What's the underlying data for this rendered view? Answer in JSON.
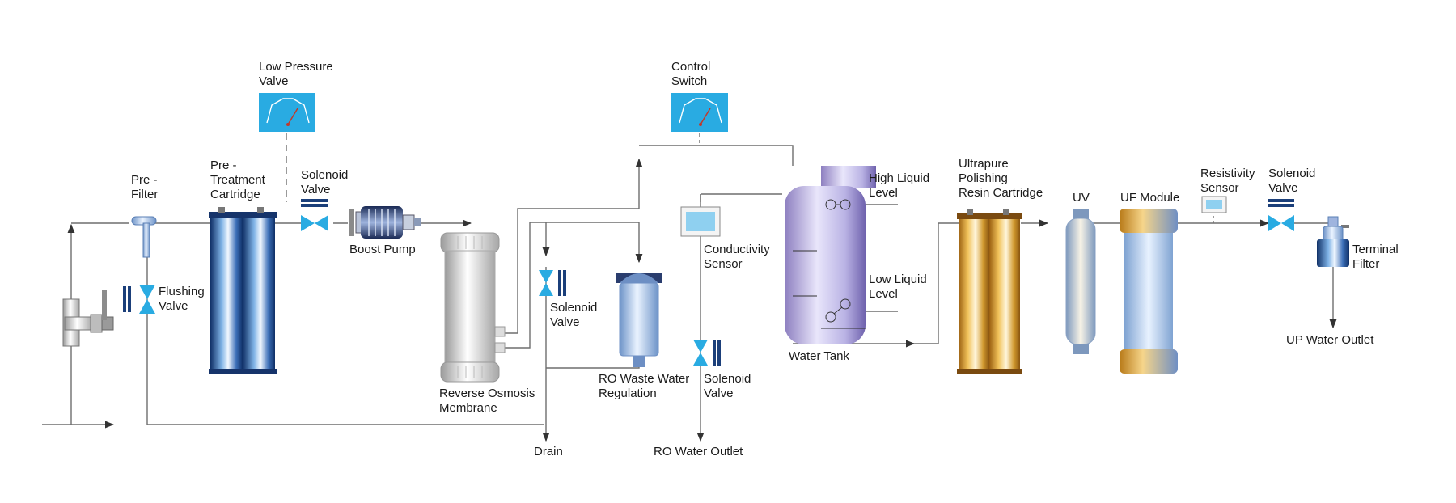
{
  "labels": {
    "low_pressure_valve": "Low Pressure\nValve",
    "control_switch": "Control\nSwitch",
    "pre_filter": "Pre -\nFilter",
    "pretreatment_cartridge": "Pre -\nTreatment\nCartridge",
    "solenoid_valve_1": "Solenoid\nValve",
    "boost_pump": "Boost Pump",
    "flushing_valve": "Flushing\nValve",
    "ro_membrane": "Reverse Osmosis\nMembrane",
    "solenoid_valve_2": "Solenoid\nValve",
    "drain": "Drain",
    "ro_waste_regulation": "RO Waste Water\nRegulation",
    "conductivity_sensor": "Conductivity\nSensor",
    "solenoid_valve_3": "Solenoid\nValve",
    "ro_water_outlet": "RO Water Outlet",
    "water_tank": "Water Tank",
    "high_liquid_level": "High Liquid\nLevel",
    "low_liquid_level": "Low Liquid\nLevel",
    "ultrapure_cartridge": "Ultrapure\nPolishing\nResin Cartridge",
    "uv": "UV",
    "uf_module": "UF Module",
    "resistivity_sensor": "Resistivity\nSensor",
    "solenoid_valve_4": "Solenoid\nValve",
    "terminal_filter": "Terminal\nFilter",
    "up_water_outlet": "UP  Water Outlet"
  },
  "colors": {
    "pipe": "#6e6e6e",
    "valve": "#29abe2",
    "gauge_bg": "#29abe2",
    "cartridge_blue": "#1b3f7a",
    "cartridge_gold": "#c98a1e"
  }
}
